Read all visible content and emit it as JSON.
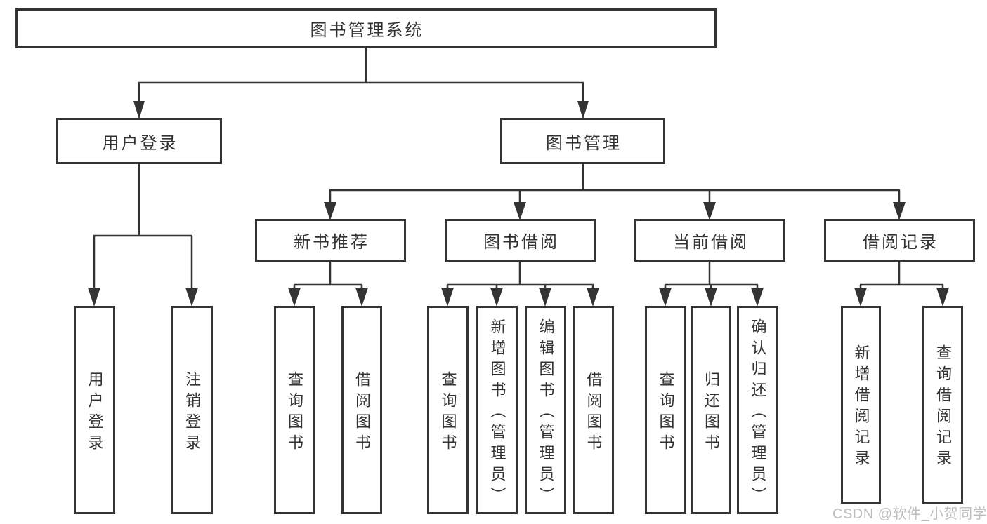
{
  "colors": {
    "line_color": "#333333",
    "text_color": "#333333",
    "watermark_color": "#bdbdbd",
    "box_background": "#ffffff",
    "page_background": "#ffffff"
  },
  "watermark": {
    "text": "CSDN @软件_小贺同学"
  },
  "diagram": {
    "root": {
      "label": "图书管理系统"
    },
    "branches": [
      {
        "label": "用户登录",
        "children": [
          {
            "label": "用户登录"
          },
          {
            "label": "注销登录"
          }
        ]
      },
      {
        "label": "图书管理",
        "children": [
          {
            "label": "新书推荐",
            "children": [
              {
                "label": "查询图书"
              },
              {
                "label": "借阅图书"
              }
            ]
          },
          {
            "label": "图书借阅",
            "children": [
              {
                "label": "查询图书"
              },
              {
                "label": "新增图书（管理员）"
              },
              {
                "label": "编辑图书（管理员）"
              },
              {
                "label": "借阅图书"
              }
            ]
          },
          {
            "label": "当前借阅",
            "children": [
              {
                "label": "查询图书"
              },
              {
                "label": "归还图书"
              },
              {
                "label": "确认归还（管理员）"
              }
            ]
          },
          {
            "label": "借阅记录",
            "children": [
              {
                "label": "新增借阅记录"
              },
              {
                "label": "查询借阅记录"
              }
            ]
          }
        ]
      }
    ]
  }
}
